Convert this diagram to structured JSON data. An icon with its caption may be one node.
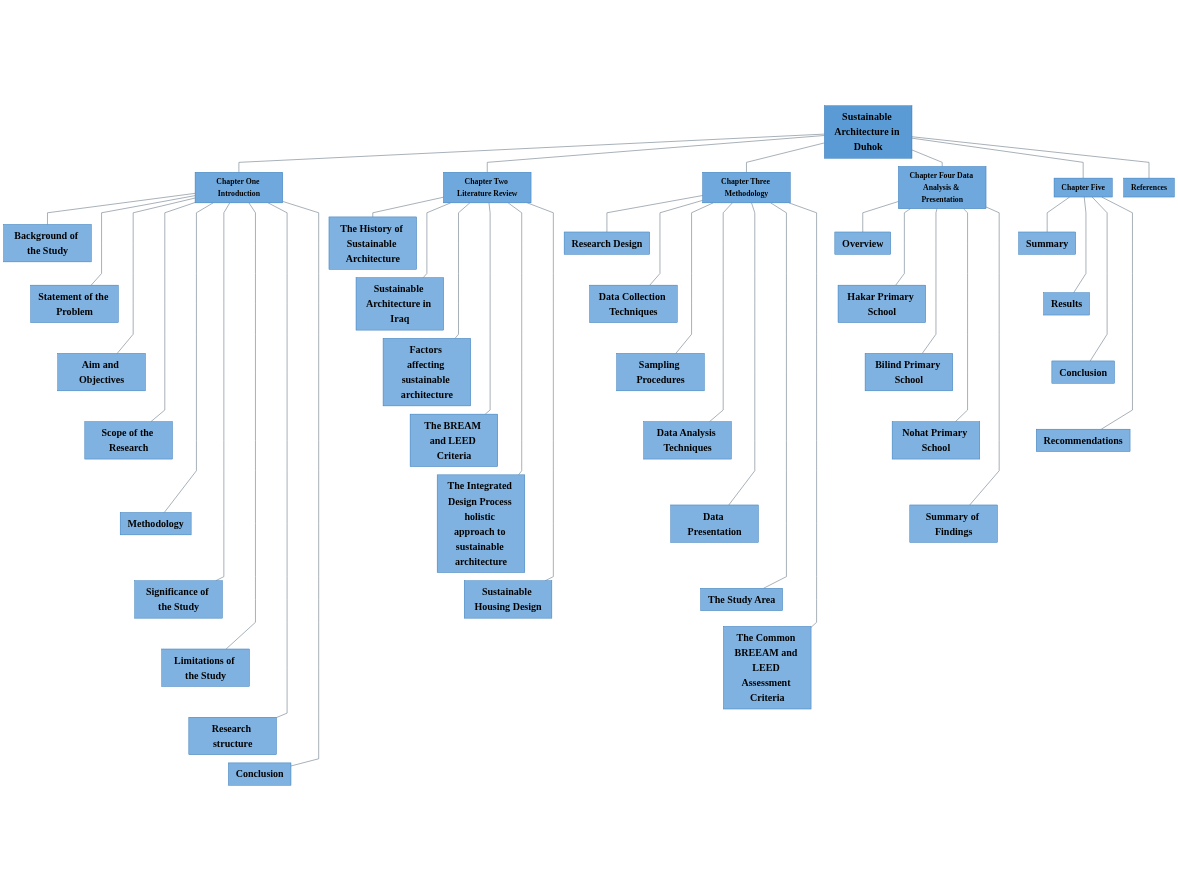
{
  "diagram": {
    "nodes": [
      {
        "text": [
          "Sustainable Architecture in Duhok"
        ]
      },
      {
        "text": [
          "Chapter One Introduction"
        ]
      },
      {
        "text": [
          "Chapter Two Literature Review"
        ]
      },
      {
        "text": [
          "Chapter Three Methodology"
        ]
      },
      {
        "text": [
          "Chapter Four Data Analysis & Presentation"
        ]
      },
      {
        "text": [
          "Chapter Five"
        ]
      },
      {
        "text": [
          "References"
        ]
      },
      {
        "text": [
          "Background of the Study"
        ]
      },
      {
        "text": [
          "Statement of the Problem"
        ]
      },
      {
        "text": [
          "Aim and Objectives"
        ]
      },
      {
        "text": [
          "Scope of the Research"
        ]
      },
      {
        "text": [
          "Methodology"
        ]
      },
      {
        "text": [
          "Significance of the Study"
        ]
      },
      {
        "text": [
          "Limitations of the Study"
        ]
      },
      {
        "text": [
          "Research structure"
        ]
      },
      {
        "text": [
          "Conclusion"
        ]
      },
      {
        "text": [
          "The History of Sustainable Architecture"
        ]
      },
      {
        "text": [
          "Sustainable Architecture in Iraq"
        ]
      },
      {
        "text": [
          "Factors affecting sustainable architecture"
        ]
      },
      {
        "text": [
          "The BREAM and LEED Criteria"
        ]
      },
      {
        "text": [
          "The Integrated Design Process holistic approach to sustainable architecture"
        ]
      },
      {
        "text": [
          "Sustainable Housing Design"
        ]
      },
      {
        "text": [
          "Research Design"
        ]
      },
      {
        "text": [
          "Data Collection Techniques"
        ]
      },
      {
        "text": [
          "Sampling Procedures"
        ]
      },
      {
        "text": [
          "Data Analysis Techniques"
        ]
      },
      {
        "text": [
          "Data Presentation"
        ]
      },
      {
        "text": [
          "The Study Area"
        ]
      },
      {
        "text": [
          "The Common BREEAM and LEED Assessment Criteria"
        ]
      },
      {
        "text": [
          "Overview"
        ]
      },
      {
        "text": [
          "Hakar Primary School"
        ]
      },
      {
        "text": [
          "Bilind Primary School"
        ]
      },
      {
        "text": [
          "Nohat Primary School"
        ]
      },
      {
        "text": [
          "Summary of Findings"
        ]
      },
      {
        "text": [
          "Summary"
        ]
      },
      {
        "text": [
          "Results"
        ]
      },
      {
        "text": [
          "Conclusion"
        ]
      },
      {
        "text": [
          "Recommendations"
        ]
      }
    ],
    "edges": [
      {
        "from": 0,
        "to": 1,
        "arrow": "none"
      },
      {
        "from": 0,
        "to": 2,
        "arrow": "none"
      },
      {
        "from": 0,
        "to": 3,
        "arrow": "none"
      },
      {
        "from": 0,
        "to": 4,
        "arrow": "none"
      },
      {
        "from": 0,
        "to": 5,
        "arrow": "none"
      },
      {
        "from": 0,
        "to": 6,
        "arrow": "none"
      },
      {
        "from": 1,
        "to": 7,
        "arrow": "none"
      },
      {
        "from": 1,
        "to": 8,
        "arrow": "none"
      },
      {
        "from": 1,
        "to": 9,
        "arrow": "none"
      },
      {
        "from": 1,
        "to": 10,
        "arrow": "none"
      },
      {
        "from": 1,
        "to": 11,
        "arrow": "none"
      },
      {
        "from": 1,
        "to": 12,
        "arrow": "none"
      },
      {
        "from": 1,
        "to": 13,
        "arrow": "none"
      },
      {
        "from": 1,
        "to": 14,
        "arrow": "none"
      },
      {
        "from": 1,
        "to": 15,
        "arrow": "none"
      },
      {
        "from": 2,
        "to": 16,
        "arrow": "none"
      },
      {
        "from": 2,
        "to": 17,
        "arrow": "none"
      },
      {
        "from": 2,
        "to": 18,
        "arrow": "none"
      },
      {
        "from": 2,
        "to": 19,
        "arrow": "none"
      },
      {
        "from": 2,
        "to": 20,
        "arrow": "none"
      },
      {
        "from": 2,
        "to": 21,
        "arrow": "none"
      },
      {
        "from": 3,
        "to": 22,
        "arrow": "none"
      },
      {
        "from": 3,
        "to": 23,
        "arrow": "none"
      },
      {
        "from": 3,
        "to": 24,
        "arrow": "none"
      },
      {
        "from": 3,
        "to": 25,
        "arrow": "none"
      },
      {
        "from": 3,
        "to": 26,
        "arrow": "none"
      },
      {
        "from": 3,
        "to": 27,
        "arrow": "none"
      },
      {
        "from": 3,
        "to": 28,
        "arrow": "none"
      },
      {
        "from": 4,
        "to": 29,
        "arrow": "none"
      },
      {
        "from": 4,
        "to": 30,
        "arrow": "none"
      },
      {
        "from": 4,
        "to": 31,
        "arrow": "none"
      },
      {
        "from": 4,
        "to": 32,
        "arrow": "none"
      },
      {
        "from": 4,
        "to": 33,
        "arrow": "none"
      },
      {
        "from": 5,
        "to": 34,
        "arrow": "none"
      },
      {
        "from": 5,
        "to": 35,
        "arrow": "none"
      },
      {
        "from": 5,
        "to": 36,
        "arrow": "none"
      },
      {
        "from": 5,
        "to": 37,
        "arrow": "none"
      }
    ]
  }
}
